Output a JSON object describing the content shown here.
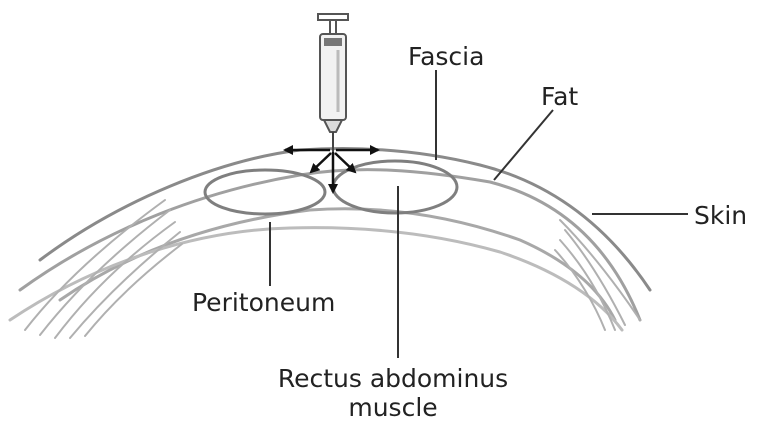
{
  "labels": {
    "fascia": "Fascia",
    "fat": "Fat",
    "skin": "Skin",
    "peritoneum": "Peritoneum",
    "rectus_line1": "Rectus abdominus",
    "rectus_line2": "muscle"
  },
  "colors": {
    "stroke": "#8a8a8a",
    "light_stroke": "#b8b8b8",
    "leader": "#333333",
    "arrow": "#111111"
  },
  "icons": [
    "syringe-icon",
    "arrow-left-icon",
    "arrow-right-icon",
    "arrow-down-icon"
  ]
}
